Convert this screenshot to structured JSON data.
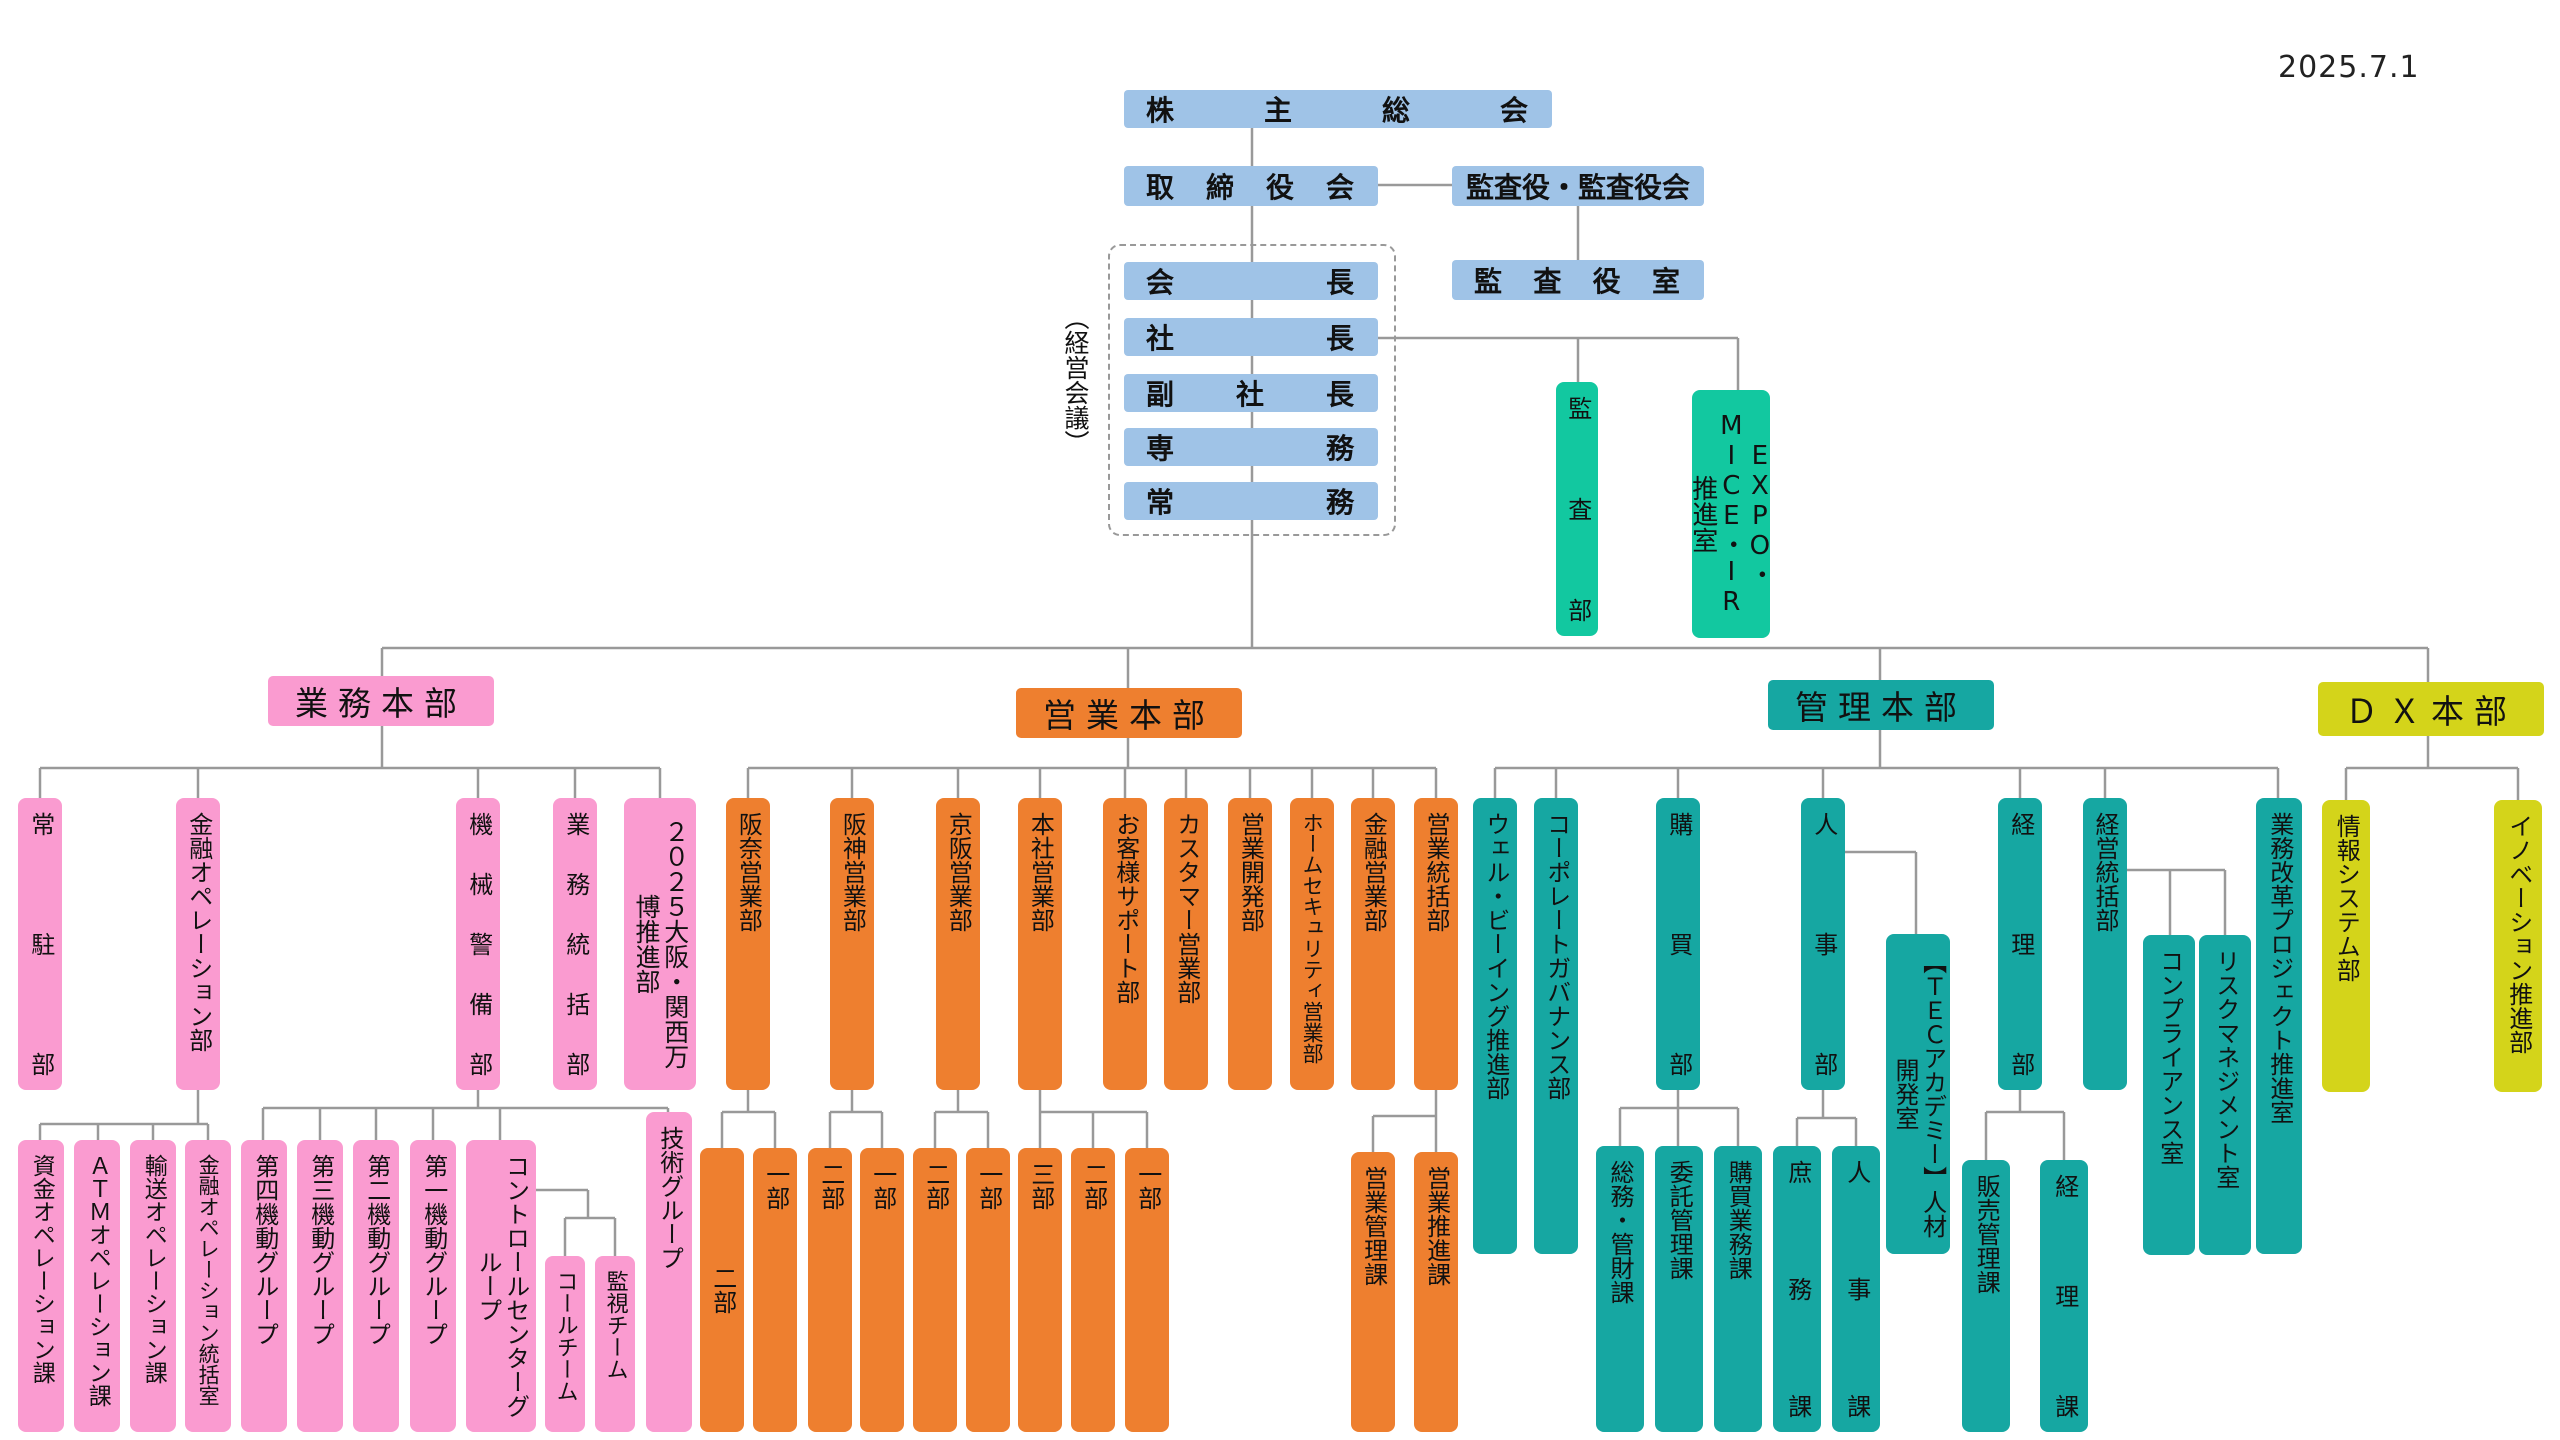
{
  "date": "2025.7.1",
  "executive": {
    "shareholders": [
      "株",
      "主",
      "総",
      "会"
    ],
    "board": [
      "取",
      "締",
      "役",
      "会"
    ],
    "auditors": "監査役・監査役会",
    "audit_office": [
      "監",
      "査",
      "役",
      "室"
    ],
    "meeting_label": "（経営会議）",
    "chairman": [
      "会",
      "長"
    ],
    "president": [
      "社",
      "長"
    ],
    "vice_president": [
      "副",
      "社",
      "長"
    ],
    "senior_managing": [
      "専",
      "務"
    ],
    "managing": [
      "常",
      "務"
    ]
  },
  "staff": {
    "audit_dept": [
      "監",
      "査",
      "部"
    ],
    "expo_office": "EXPO・MICE・IR推進室"
  },
  "divisions": {
    "operations": "業務本部",
    "sales": "営業本部",
    "administration": "管理本部",
    "dx": "ＤＸ本部"
  },
  "operations_depts": {
    "resident": [
      "常",
      "駐",
      "部"
    ],
    "financial_ops": "金融オペレーション部",
    "machine_security": [
      "機",
      "械",
      "警",
      "備",
      "部"
    ],
    "business_control": [
      "業",
      "務",
      "統",
      "括",
      "部"
    ],
    "expo2025": "２０２５大阪・関西万博推進部"
  },
  "operations_sections": {
    "cash_ops": "資金オペレーション課",
    "atm_ops": "ＡＴＭオペレーション課",
    "transport_ops": "輸送オペレーション課",
    "financial_ops_office": "金融オペレーション統括室",
    "mobile4": "第四機動グループ",
    "mobile3": "第三機動グループ",
    "mobile2": "第二機動グループ",
    "mobile1": "第一機動グループ",
    "control_center": "コントロールセンターグループ",
    "call_team": "コールチーム",
    "monitor_team": "監視チーム",
    "tech_group": "技術グループ"
  },
  "sales_depts": {
    "hanna": "阪奈営業部",
    "hanshin": "阪神営業部",
    "keihan": "京阪営業部",
    "honsha": "本社営業部",
    "customer_support": "お客様サポート部",
    "customer_sales": "カスタマー営業部",
    "sales_dev": "営業開発部",
    "home_security": "ホームセキュリティ営業部",
    "financial_sales": "金融営業部",
    "sales_control": "営業統括部"
  },
  "sales_sub": {
    "dept2": "二部",
    "dept1": "一部",
    "dept3": "三部",
    "sales_mgmt": "営業管理課",
    "sales_promo": "営業推進課"
  },
  "admin_depts": {
    "wellbeing": "ウェル・ビーイング推進部",
    "governance": "コーポレートガバナンス部",
    "purchasing": [
      "購",
      "買",
      "部"
    ],
    "hr": [
      "人",
      "事",
      "部"
    ],
    "tec_academy": "【ＴＥＣアカデミー】人材開発室",
    "accounting": [
      "経",
      "理",
      "部"
    ],
    "mgmt_control": "経営統括部",
    "compliance": "コンプライアンス室",
    "risk": "リスクマネジメント室",
    "reform": "業務改革プロジェクト推進室"
  },
  "admin_sections": {
    "general_property": "総務・管財課",
    "outsourcing": "委託管理課",
    "purchasing_ops": "購買業務課",
    "general_affairs": [
      "庶",
      "務",
      "課"
    ],
    "personnel": [
      "人",
      "事",
      "課"
    ],
    "sales_admin": "販売管理課",
    "accounting_sec": [
      "経",
      "理",
      "課"
    ]
  },
  "dx_depts": {
    "info_systems": "情報システム部",
    "innovation": "イノベーション推進部"
  },
  "colors": {
    "executive": "#9fc3e7",
    "operations": "#fa9bd0",
    "sales": "#ee7f2f",
    "administration": "#16a7a2",
    "staff": "#12c8a0",
    "dx": "#d4d41a",
    "connector": "#999999"
  }
}
